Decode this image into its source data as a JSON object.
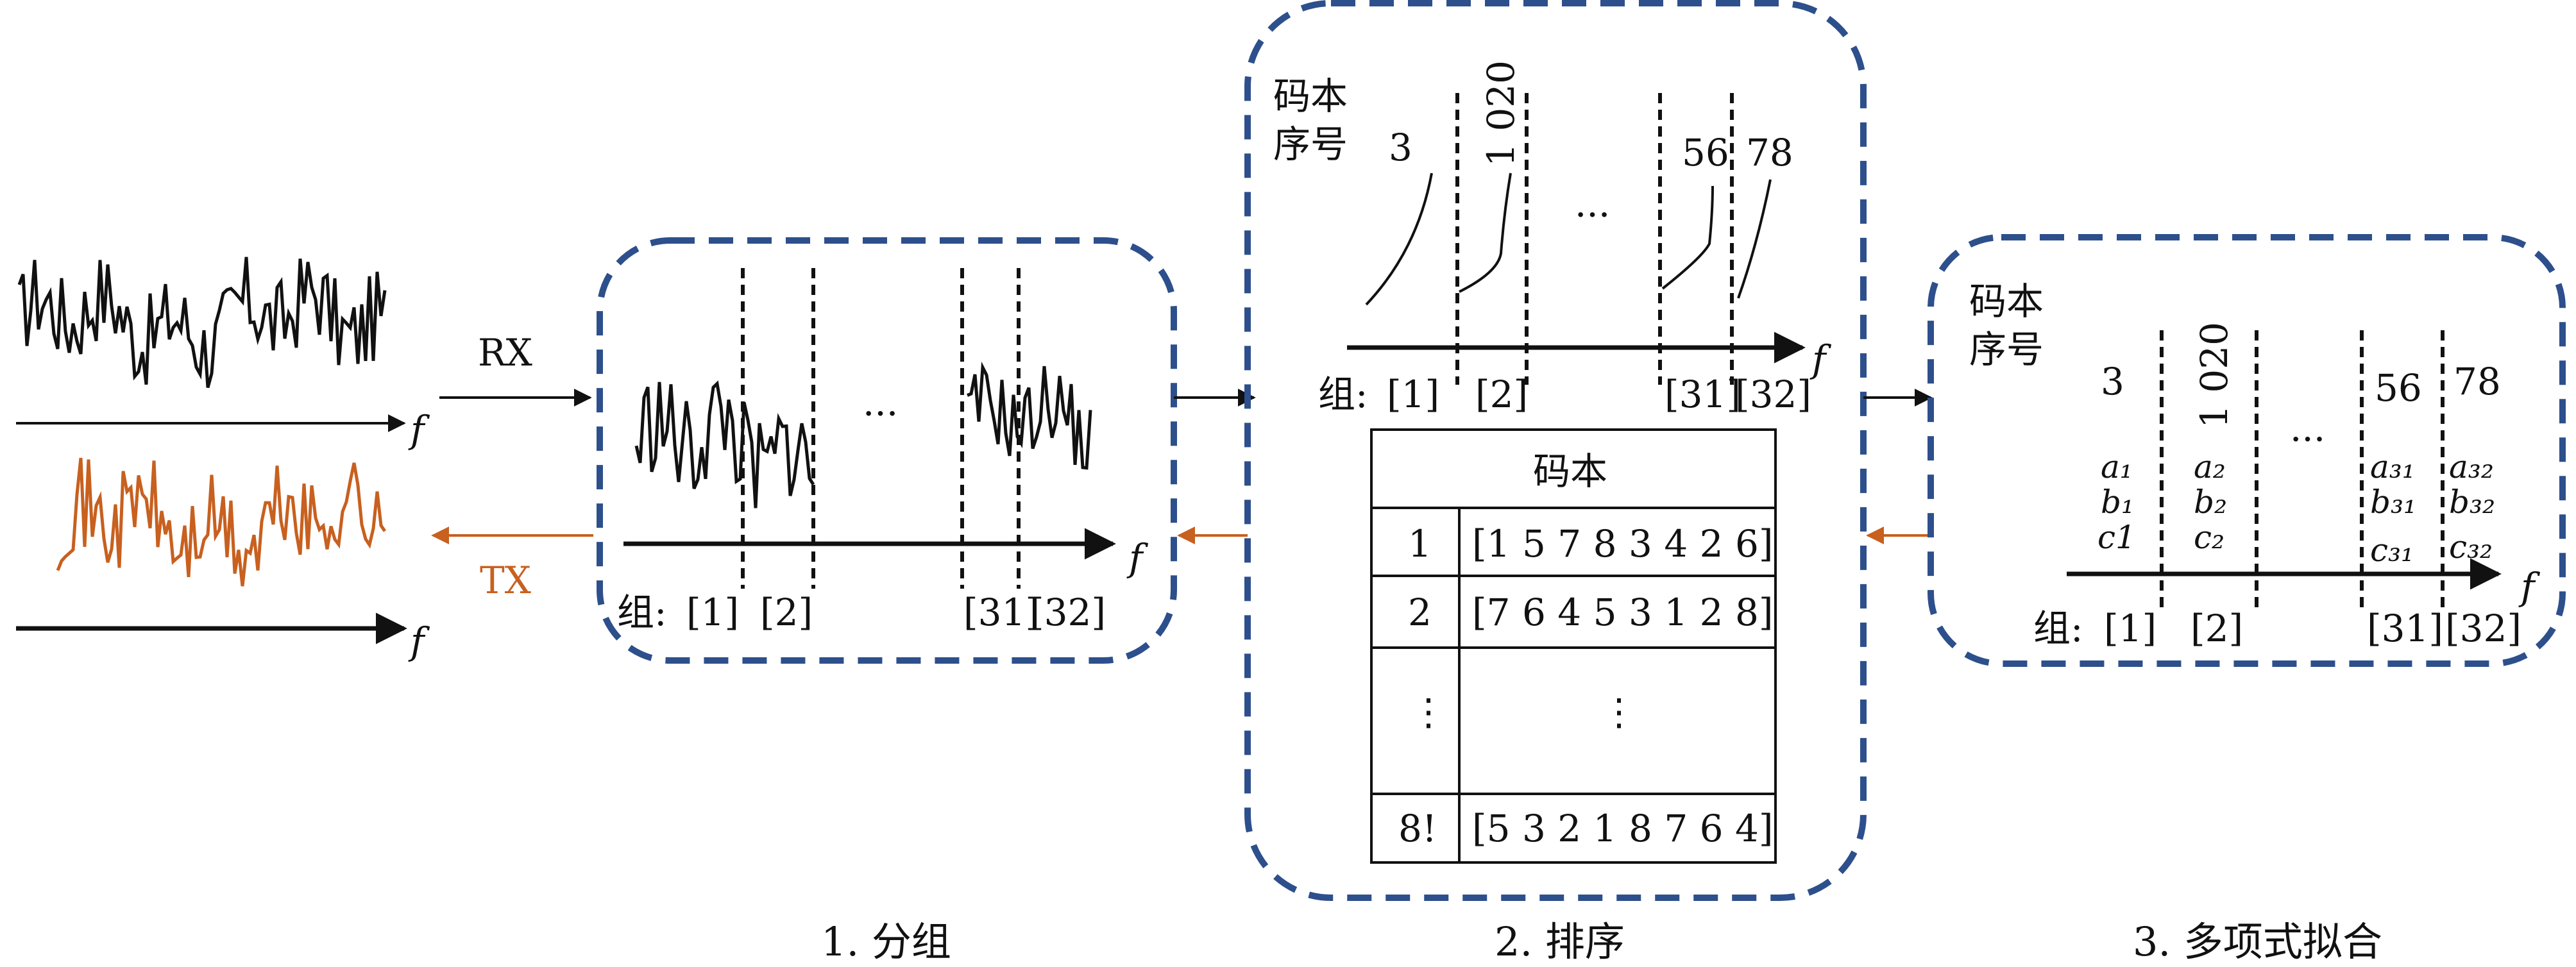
{
  "colors": {
    "black": "#111111",
    "orange": "#c8601f",
    "dashed_box": "#2d4f8c"
  },
  "left": {
    "rx_label": "RX",
    "tx_label": "TX",
    "axis_label": "f"
  },
  "panel1": {
    "axis_label": "f",
    "group_prefix": "组:",
    "groups": [
      "[1]",
      "[2]",
      "[31]",
      "[32]"
    ],
    "ellipsis": "···",
    "caption": "1. 分组"
  },
  "panel2": {
    "codebook_index_label_line1": "码本",
    "codebook_index_label_line2": "序号",
    "indices": [
      "3",
      "1 020",
      "56",
      "78"
    ],
    "ellipsis": "···",
    "axis_label": "f",
    "group_prefix": "组:",
    "groups": [
      "[1]",
      "[2]",
      "[31]",
      "[32]"
    ],
    "table": {
      "header": "码本",
      "rows": [
        {
          "index": "1",
          "code": "[1 5 7 8 3 4 2 6]"
        },
        {
          "index": "2",
          "code": "[7 6 4 5 3 1 2 8]"
        },
        {
          "index": "⋮",
          "code": "⋮"
        },
        {
          "index": "8!",
          "code": "[5 3 2 1 8 7 6 4]"
        }
      ]
    },
    "caption": "2. 排序"
  },
  "panel3": {
    "codebook_index_label_line1": "码本",
    "codebook_index_label_line2": "序号",
    "indices": [
      "3",
      "1 020",
      "56",
      "78"
    ],
    "ellipsis": "···",
    "coefficients": [
      {
        "a": "a₁",
        "b": "b₁",
        "c": "c1"
      },
      {
        "a": "a₂",
        "b": "b₂",
        "c": "c₂"
      },
      {
        "a": "a₃₁",
        "b": "b₃₁",
        "c": "c₃₁"
      },
      {
        "a": "a₃₂",
        "b": "b₃₂",
        "c": "c₃₂"
      }
    ],
    "axis_label": "f",
    "group_prefix": "组:",
    "groups": [
      "[1]",
      "[2]",
      "[31]",
      "[32]"
    ],
    "caption": "3. 多项式拟合"
  }
}
